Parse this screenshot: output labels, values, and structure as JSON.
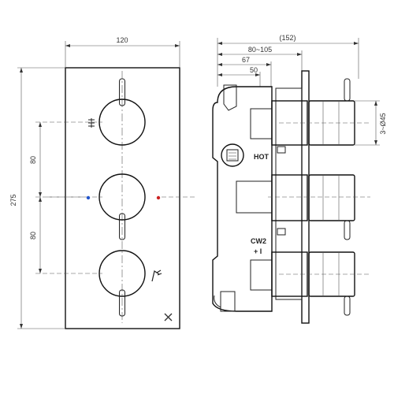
{
  "front_view": {
    "width_label": "120",
    "height_label": "275",
    "spacing_top_label": "80",
    "spacing_bottom_label": "80"
  },
  "side_view": {
    "total_depth_label": "(152)",
    "range_label": "80~105",
    "depth_67_label": "67",
    "depth_50_label": "50",
    "handle_diameter_label": "3~Ø45",
    "hot_label": "HOT",
    "cw2_label": "CW2",
    "plus_minus_label": "+ I"
  },
  "colors": {
    "hot_marker": "#cc2222",
    "cold_marker": "#2255cc",
    "line": "#222222"
  }
}
